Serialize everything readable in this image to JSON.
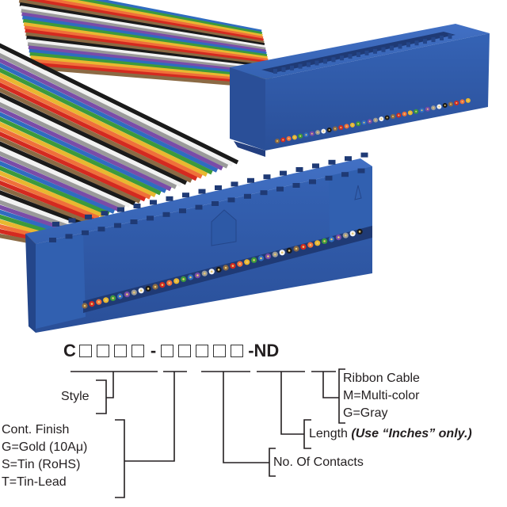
{
  "part_number": {
    "prefix": "C",
    "group1_boxes": 4,
    "separator": "-",
    "group2_boxes": 5,
    "suffix": "-ND"
  },
  "fields": {
    "style": {
      "label": "Style"
    },
    "contact_finish": {
      "title": "Cont. Finish",
      "options": [
        "G=Gold (10Aμ)",
        "S=Tin (RoHS)",
        "T=Tin-Lead"
      ]
    },
    "contacts": {
      "label": "No. Of Contacts"
    },
    "length": {
      "label": "Length",
      "note": "(Use “Inches” only.)"
    },
    "ribbon_cable": {
      "title": "Ribbon Cable",
      "options": [
        "M=Multi-color",
        "G=Gray"
      ]
    }
  },
  "colors": {
    "connector_blue": "#2f5aa8",
    "connector_dark": "#233f80",
    "connector_light": "#3a6cc0",
    "text": "#231f20",
    "wire_palette": [
      "#8b6a44",
      "#d42a20",
      "#f0703a",
      "#e8b830",
      "#3c9a3c",
      "#2f6cc0",
      "#7a4ca8",
      "#9a9a9a",
      "#f2f2f2",
      "#1a1a1a"
    ]
  }
}
